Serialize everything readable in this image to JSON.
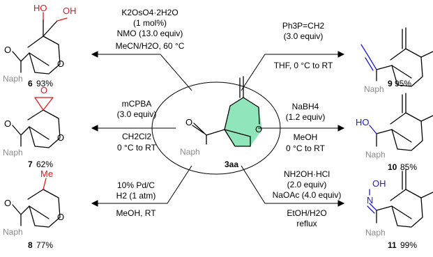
{
  "center": {
    "compound": "3aa",
    "naph": "Naph",
    "o_ring": "O",
    "o_carbonyl": "O"
  },
  "reactions": [
    {
      "id": "r6",
      "cond": [
        "K2OsO4·2H2O",
        "(1 mol%)",
        "NMO (13.0 equiv)"
      ],
      "cond_below": [
        "MeCN/H2O, 60 °C"
      ],
      "num": "6",
      "yield": "93%",
      "groups": [
        "HO",
        "OH"
      ]
    },
    {
      "id": "r7",
      "cond": [
        "mCPBA",
        "(3.0 equiv)"
      ],
      "cond_below": [
        "CH2Cl2",
        "0 °C to RT"
      ],
      "num": "7",
      "yield": "62%",
      "groups": [
        "O"
      ]
    },
    {
      "id": "r8",
      "cond": [
        "10% Pd/C",
        "H2 (1 atm)"
      ],
      "cond_below": [
        "MeOH, RT"
      ],
      "num": "8",
      "yield": "77%",
      "groups": [
        "Me"
      ]
    },
    {
      "id": "r9",
      "cond": [
        "Ph3P=CH2",
        "(3.0 equiv)"
      ],
      "cond_below": [
        "THF, 0 °C to RT"
      ],
      "num": "9",
      "yield": "95%",
      "groups": []
    },
    {
      "id": "r10",
      "cond": [
        "NaBH4",
        "(1.2 equiv)"
      ],
      "cond_below": [
        "MeOH",
        "0 °C to RT"
      ],
      "num": "10",
      "yield": "85%",
      "groups": [
        "HO"
      ]
    },
    {
      "id": "r11",
      "cond": [
        "NH2OH·HCl",
        "(2.0 equiv)",
        "NaOAc (4.0 equiv)"
      ],
      "cond_below": [
        "EtOH/H2O",
        "reflux"
      ],
      "num": "11",
      "yield": "99%",
      "groups": [
        "OH",
        "N"
      ]
    }
  ],
  "colors": {
    "red": "#e8141a",
    "blue": "#1a1ad6",
    "naph": "#8c8c8c",
    "ring": "#7de0ae"
  }
}
